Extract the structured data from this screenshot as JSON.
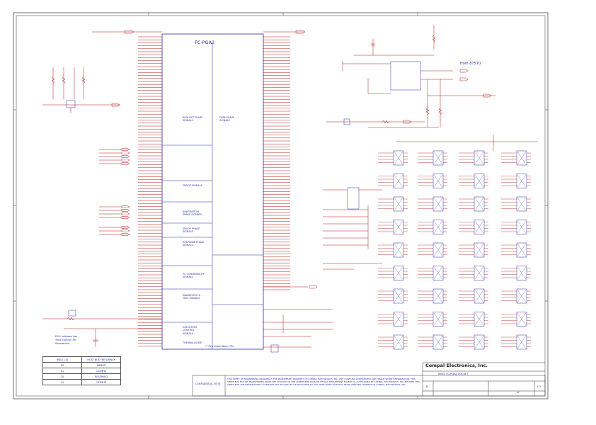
{
  "company": "Compal Electronics, Inc.",
  "title": "INTEL FC-PGA2 SOCKET",
  "cpu": {
    "part": "FC-PGA2",
    "groups": [
      "REQUEST PHASE SIGNALS",
      "DATA PHASE SIGNALS",
      "ERROR SIGNALS",
      "ARBITRATION PHASE SIGNALS",
      "SNOOP PHASE SIGNALS",
      "RESPONSE PHASE SIGNALS",
      "PC COMPATIBILITY SIGNALS",
      "DIAGNOSTIC & TEST SIGNALS",
      "EXECUTION CONTROL SIGNALS",
      "THERMALDIODE"
    ]
  },
  "thermal": {
    "label": "from 87570"
  },
  "freq_table": {
    "header": [
      "BSEL[1:0]",
      "HOST BUS FREQUENCY"
    ],
    "rows": [
      [
        "00",
        "66MHZ"
      ],
      [
        "01",
        "100MHZ"
      ],
      [
        "10",
        "RESERVED"
      ],
      [
        "11",
        "133MHZ"
      ]
    ]
  },
  "notes": {
    "cpu_note": "** Pins Select Near CPU",
    "left_note": "PULL between two Trace control TPU Somewhere"
  },
  "titleblock": {
    "confidential_label": "CONFIDENTIAL NOTE",
    "confidential_text": "THIS SHEET OF ENGINEERING DRAWING IS THE PROPRIETARY PROPERTY OF COMPAL ELECTRONICS, INC. AND CONTAINS CONFIDENTIAL AND TRADE SECRET INFORMATION. THIS SHEET MAY NOT BE TRANSFERRED FROM THE CUSTODY OF THE COMPETENT DIVISION OF R&D DEPARTMENT EXCEPT AS AUTHORIZED BY COMPAL ELECTRONICS, INC. NEITHER THIS SHEET NOR THE INFORMATION IT CONTAINS MAY BE USED BY OR DISCLOSED TO ANY THIRD PARTY WITHOUT PRIOR WRITTEN CONSENT OF COMPAL ELECTRONICS, INC.",
    "size": "B",
    "sheet": "of",
    "rev": "1.0"
  }
}
